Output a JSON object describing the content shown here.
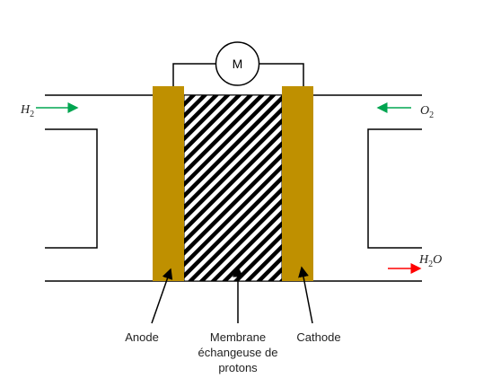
{
  "motor_label": "M",
  "reactants": {
    "left_gas": {
      "symbol": "H",
      "subscript": "2"
    },
    "right_gas": {
      "symbol": "O",
      "subscript": "2"
    },
    "product": {
      "symbol": "H",
      "subscript": "2",
      "tail": "O"
    }
  },
  "labels": {
    "anode": "Anode",
    "membrane_line1": "Membrane",
    "membrane_line2": "échangeuse de",
    "membrane_line3": "protons",
    "cathode": "Cathode"
  },
  "colors": {
    "electrode": "#bf9000",
    "inflow_arrow": "#00a550",
    "outflow_arrow": "#ff0000",
    "line": "#000000"
  }
}
